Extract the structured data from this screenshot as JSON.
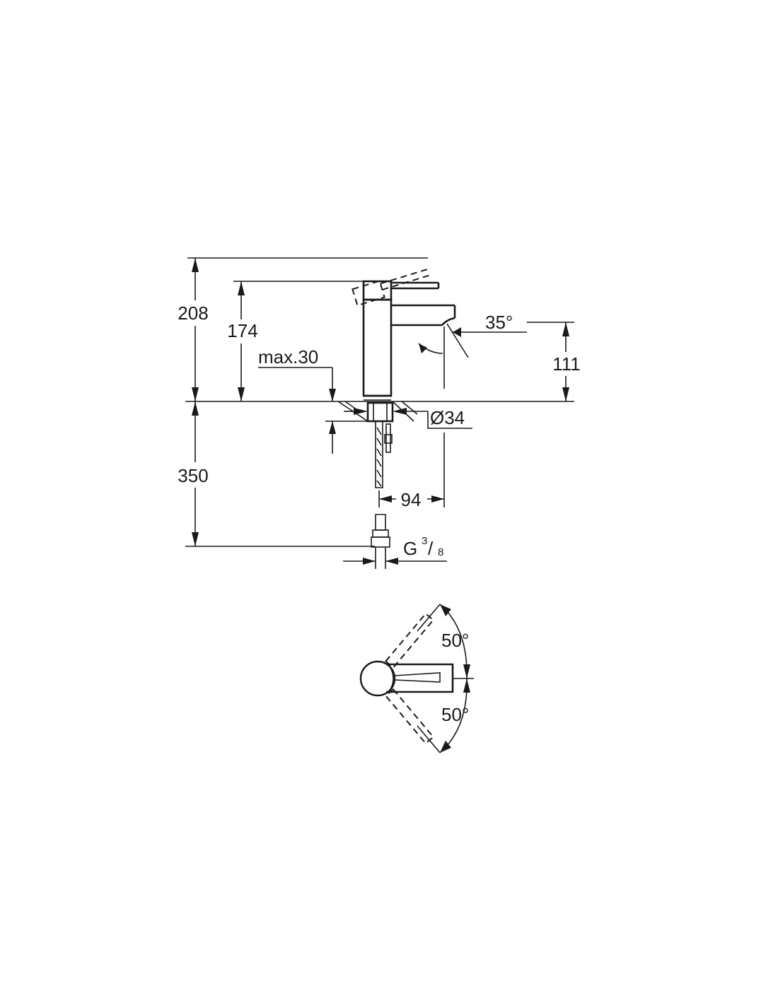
{
  "drawing": {
    "side_view": {
      "height_overall": "208",
      "height_lever": "174",
      "max_thickness": "max.30",
      "spout_angle": "35°",
      "spout_height": "111",
      "hole_diameter": "Ø34",
      "below_deck": "350",
      "spout_reach": "94",
      "thread_prefix": "G",
      "thread_numerator": "3",
      "thread_slash": "/",
      "thread_denominator": "8"
    },
    "top_view": {
      "rotation_angle_top": "50°",
      "rotation_angle_bottom": "50°"
    }
  }
}
